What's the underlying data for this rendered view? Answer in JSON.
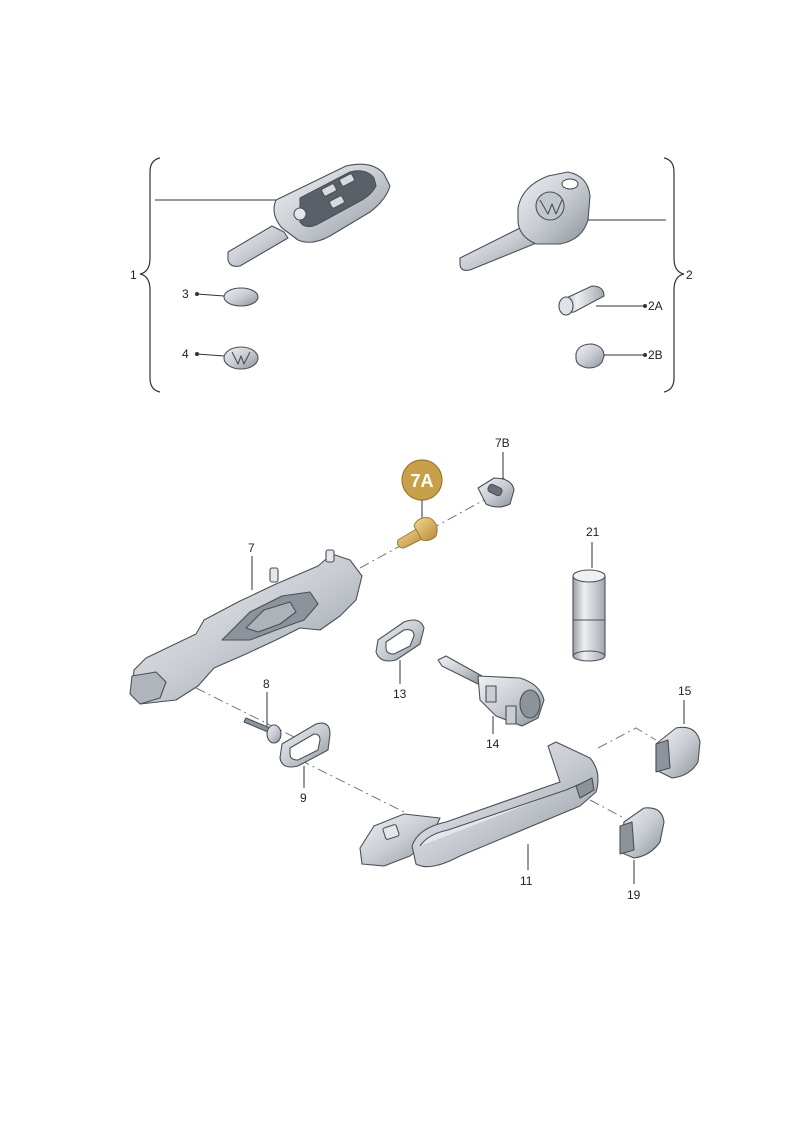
{
  "colors": {
    "part_fill": "#c9cdd3",
    "part_light": "#e4e7ea",
    "part_shadow": "#8d939b",
    "outline": "#4a5058",
    "highlight_badge": "#c9a04a",
    "highlight_part": "#e0b860"
  },
  "labels": {
    "l1": "1",
    "l2": "2",
    "l2a": "2A",
    "l2b": "2B",
    "l3": "3",
    "l4": "4",
    "l7": "7",
    "l7a": "7A",
    "l7b": "7B",
    "l8": "8",
    "l9": "9",
    "l11": "11",
    "l13": "13",
    "l14": "14",
    "l15": "15",
    "l19": "19",
    "l21": "21"
  }
}
